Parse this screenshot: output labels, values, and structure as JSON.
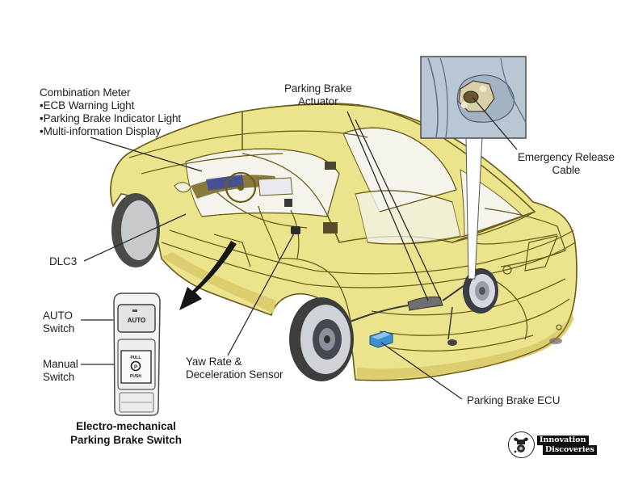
{
  "diagram": {
    "subject": "Electronic parking brake system layout in a sedan",
    "colors": {
      "car_body": "#ece48c",
      "car_body_shade": "#dccd6e",
      "outline": "#6b5d1a",
      "glass": "#f4f4ec",
      "tire": "#4a4a46",
      "wheel": "#c9cccf",
      "ecu": "#3d8fd0",
      "inset_bg": "#b9c6d4",
      "leader_line": "#2a2a2a",
      "arrow": "#161616"
    },
    "labels": {
      "combination_meter": {
        "title": "Combination Meter",
        "items": [
          "•ECB Warning Light",
          "•Parking Brake Indicator Light",
          "•Multi-information Display"
        ]
      },
      "parking_brake_actuator": [
        "Parking Brake",
        "Actuator"
      ],
      "emergency_release_cable": [
        "Emergency Release",
        "Cable"
      ],
      "dlc3": "DLC3",
      "auto_switch": [
        "AUTO",
        "Switch"
      ],
      "manual_switch": [
        "Manual",
        "Switch"
      ],
      "yaw_rate_sensor": [
        "Yaw Rate &",
        "Deceleration Sensor"
      ],
      "parking_brake_ecu": "Parking Brake ECU"
    },
    "switch_panel": {
      "auto_indicator": "ind",
      "auto_button_label": "AUTO",
      "manual_top_label": "PULL",
      "manual_bottom_label": "PUSH",
      "manual_symbol": "P",
      "caption": [
        "Electro-mechanical",
        "Parking Brake Switch"
      ]
    },
    "watermark": {
      "lines": [
        "Innovation",
        "Discoveries"
      ]
    }
  }
}
